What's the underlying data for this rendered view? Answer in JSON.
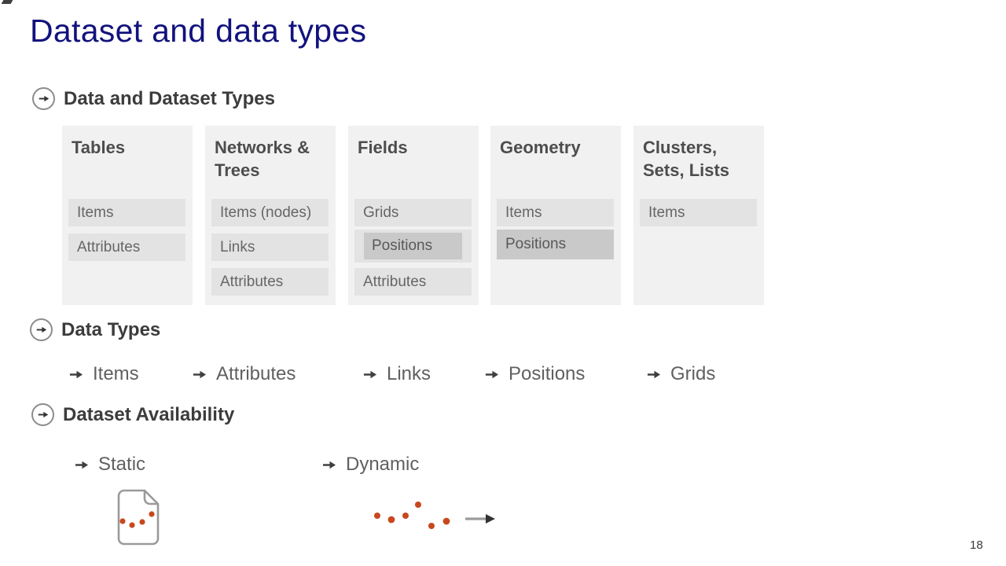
{
  "slide": {
    "title": "Dataset and data types",
    "page_number": "18"
  },
  "colors": {
    "title_text": "#12127d",
    "heading_text": "#3c3c3c",
    "column_bg": "#f1f1f1",
    "bar_bg": "#e3e3e3",
    "bar_dark_bg": "#c9c9c9",
    "bar_text": "#666666",
    "dot_orange": "#c8481e",
    "arrow_dark": "#3f3f3f",
    "background": "#ffffff"
  },
  "icons": {
    "section_bullet": "circled-right-arrow",
    "list_bullet": "right-arrow",
    "static": "document-with-orange-dots",
    "dynamic": "orange-scatter-dots-with-right-arrow"
  },
  "sections": {
    "dataset_types": {
      "heading": "Data and Dataset Types",
      "columns": [
        {
          "title": "Tables",
          "bars": [
            "Items",
            "Attributes"
          ]
        },
        {
          "title": "Networks & Trees",
          "bars": [
            "Items (nodes)",
            "Links",
            "Attributes"
          ]
        },
        {
          "title": "Fields",
          "bars": [
            "Grids",
            "Positions",
            "Attributes"
          ]
        },
        {
          "title": "Geometry",
          "bars": [
            "Items",
            "Positions"
          ]
        },
        {
          "title": "Clusters, Sets, Lists",
          "bars": [
            "Items"
          ]
        }
      ]
    },
    "data_types": {
      "heading": "Data Types",
      "items": [
        "Items",
        "Attributes",
        "Links",
        "Positions",
        "Grids"
      ]
    },
    "availability": {
      "heading": "Dataset Availability",
      "items": [
        "Static",
        "Dynamic"
      ]
    }
  }
}
